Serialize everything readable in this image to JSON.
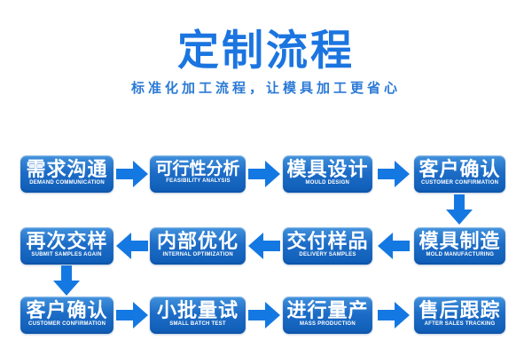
{
  "header": {
    "title": "定制流程",
    "subtitle": "标准化加工流程，让模具加工更省心"
  },
  "colors": {
    "background": "#ffffff",
    "title_blue": "#1b75e0",
    "subtitle_blue": "#2b7ad6",
    "box_gradient_top": "#4292dd",
    "box_gradient_bottom": "#0e5cb5",
    "box_text": "#ffffff",
    "arrow_blue": "#1478e2"
  },
  "flow": {
    "rows": [
      {
        "direction": "right",
        "steps": [
          {
            "zh": "需求沟通",
            "en": "DEMAND COMMUNICATION"
          },
          {
            "zh": "可行性分析",
            "en": "FEASIBILITY ANALYSIS"
          },
          {
            "zh": "模具设计",
            "en": "MOULD DESIGN"
          },
          {
            "zh": "客户确认",
            "en": "CUSTOMER CONFIRMATION"
          }
        ]
      },
      {
        "direction": "left",
        "steps": [
          {
            "zh": "再次交样",
            "en": "SUBMIT SAMPLES AGAIN"
          },
          {
            "zh": "内部优化",
            "en": "INTERNAL OPTIMIZATION"
          },
          {
            "zh": "交付样品",
            "en": "DELIVERY SAMPLES"
          },
          {
            "zh": "模具制造",
            "en": "MOLD MANUFACTURING"
          }
        ]
      },
      {
        "direction": "right",
        "steps": [
          {
            "zh": "客户确认",
            "en": "CUSTOMER CONFIRMATION"
          },
          {
            "zh": "小批量试",
            "en": "SMALL BATCH TEST"
          },
          {
            "zh": "进行量产",
            "en": "MASS PRODUCTION"
          },
          {
            "zh": "售后跟踪",
            "en": "AFTER SALES TRACKING"
          }
        ]
      }
    ],
    "connectors": [
      "row1-step4 down to row2-step4",
      "row2-step1 down to row3-step1"
    ]
  }
}
